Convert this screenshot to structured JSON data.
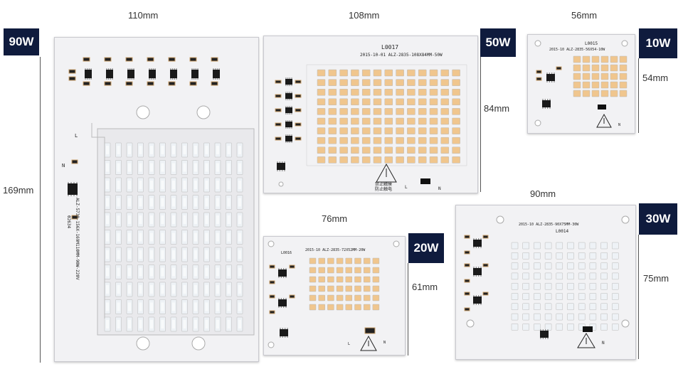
{
  "boards": [
    {
      "id": "90w",
      "power": "90W",
      "width_label": "110mm",
      "height_label": "169mm",
      "code": "ALZ-5730-156X-169M110MM-90W-220V",
      "serial": "02634",
      "led_color": "cool-white"
    },
    {
      "id": "50w",
      "power": "50W",
      "width_label": "108mm",
      "height_label": "84mm",
      "model": "L0017",
      "code": "2015-10-01 ALZ-2835-108X84MM-50W",
      "led_color": "warm-white",
      "warning_top": "禁止触摸",
      "warning_bottom": "防止触电"
    },
    {
      "id": "10w",
      "power": "10W",
      "width_label": "56mm",
      "height_label": "54mm",
      "model": "L0015",
      "code": "2015-10 ALZ-2835-56X54-10W",
      "led_color": "warm-white"
    },
    {
      "id": "20w",
      "power": "20W",
      "width_label": "76mm",
      "height_label": "61mm",
      "model": "L0016",
      "code": "2015-10 ALZ-2835-72X52MM-20W",
      "led_color": "warm-white"
    },
    {
      "id": "30w",
      "power": "30W",
      "width_label": "90mm",
      "height_label": "75mm",
      "model": "L0014",
      "code": "2015-10 ALZ-2835-90X75MM-30W",
      "led_color": "cool-white"
    }
  ],
  "pins": {
    "live": "L",
    "neutral": "N"
  },
  "colors": {
    "badge_bg": "#0f1b3d",
    "board_bg": "#f2f2f4",
    "warm_led": "#f0c68e",
    "cool_led": "#eef2f6",
    "component": "#1a1a1a"
  },
  "icons": [
    "warning-triangle-icon",
    "mounting-hole-icon"
  ]
}
